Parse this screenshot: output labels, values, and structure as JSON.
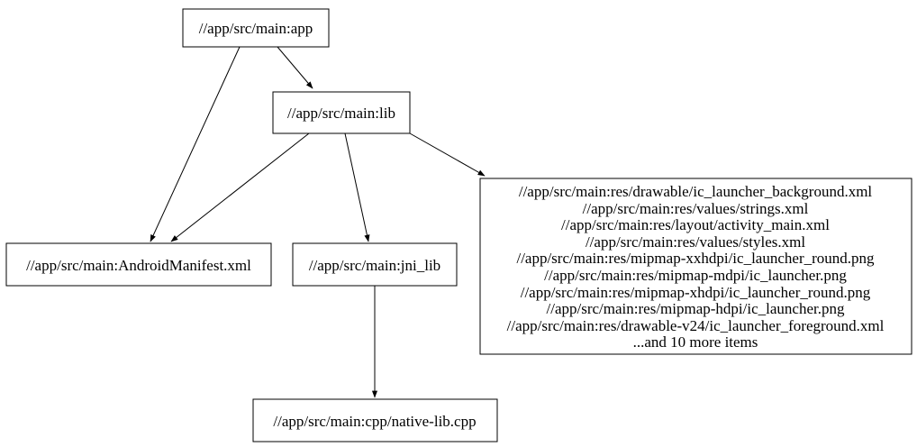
{
  "graph": {
    "type": "directed-dependency-graph",
    "background_color": "#ffffff",
    "node_fill_color": "#ffffff",
    "node_border_color": "#000000",
    "edge_color": "#000000",
    "text_color": "#000000",
    "nodes": {
      "app": {
        "label": "//app/src/main:app"
      },
      "lib": {
        "label": "//app/src/main:lib"
      },
      "android_manifest": {
        "label": "//app/src/main:AndroidManifest.xml"
      },
      "jni_lib": {
        "label": "//app/src/main:jni_lib"
      },
      "resources": {
        "lines": [
          "//app/src/main:res/drawable/ic_launcher_background.xml",
          "//app/src/main:res/values/strings.xml",
          "//app/src/main:res/layout/activity_main.xml",
          "//app/src/main:res/values/styles.xml",
          "//app/src/main:res/mipmap-xxhdpi/ic_launcher_round.png",
          "//app/src/main:res/mipmap-mdpi/ic_launcher.png",
          "//app/src/main:res/mipmap-xhdpi/ic_launcher_round.png",
          "//app/src/main:res/mipmap-hdpi/ic_launcher.png",
          "//app/src/main:res/drawable-v24/ic_launcher_foreground.xml",
          "...and 10 more items"
        ]
      },
      "native_lib": {
        "label": "//app/src/main:cpp/native-lib.cpp"
      }
    },
    "edges": [
      {
        "from": "app",
        "to": "lib"
      },
      {
        "from": "app",
        "to": "android_manifest"
      },
      {
        "from": "lib",
        "to": "android_manifest"
      },
      {
        "from": "lib",
        "to": "jni_lib"
      },
      {
        "from": "lib",
        "to": "resources"
      },
      {
        "from": "jni_lib",
        "to": "native_lib"
      }
    ]
  }
}
